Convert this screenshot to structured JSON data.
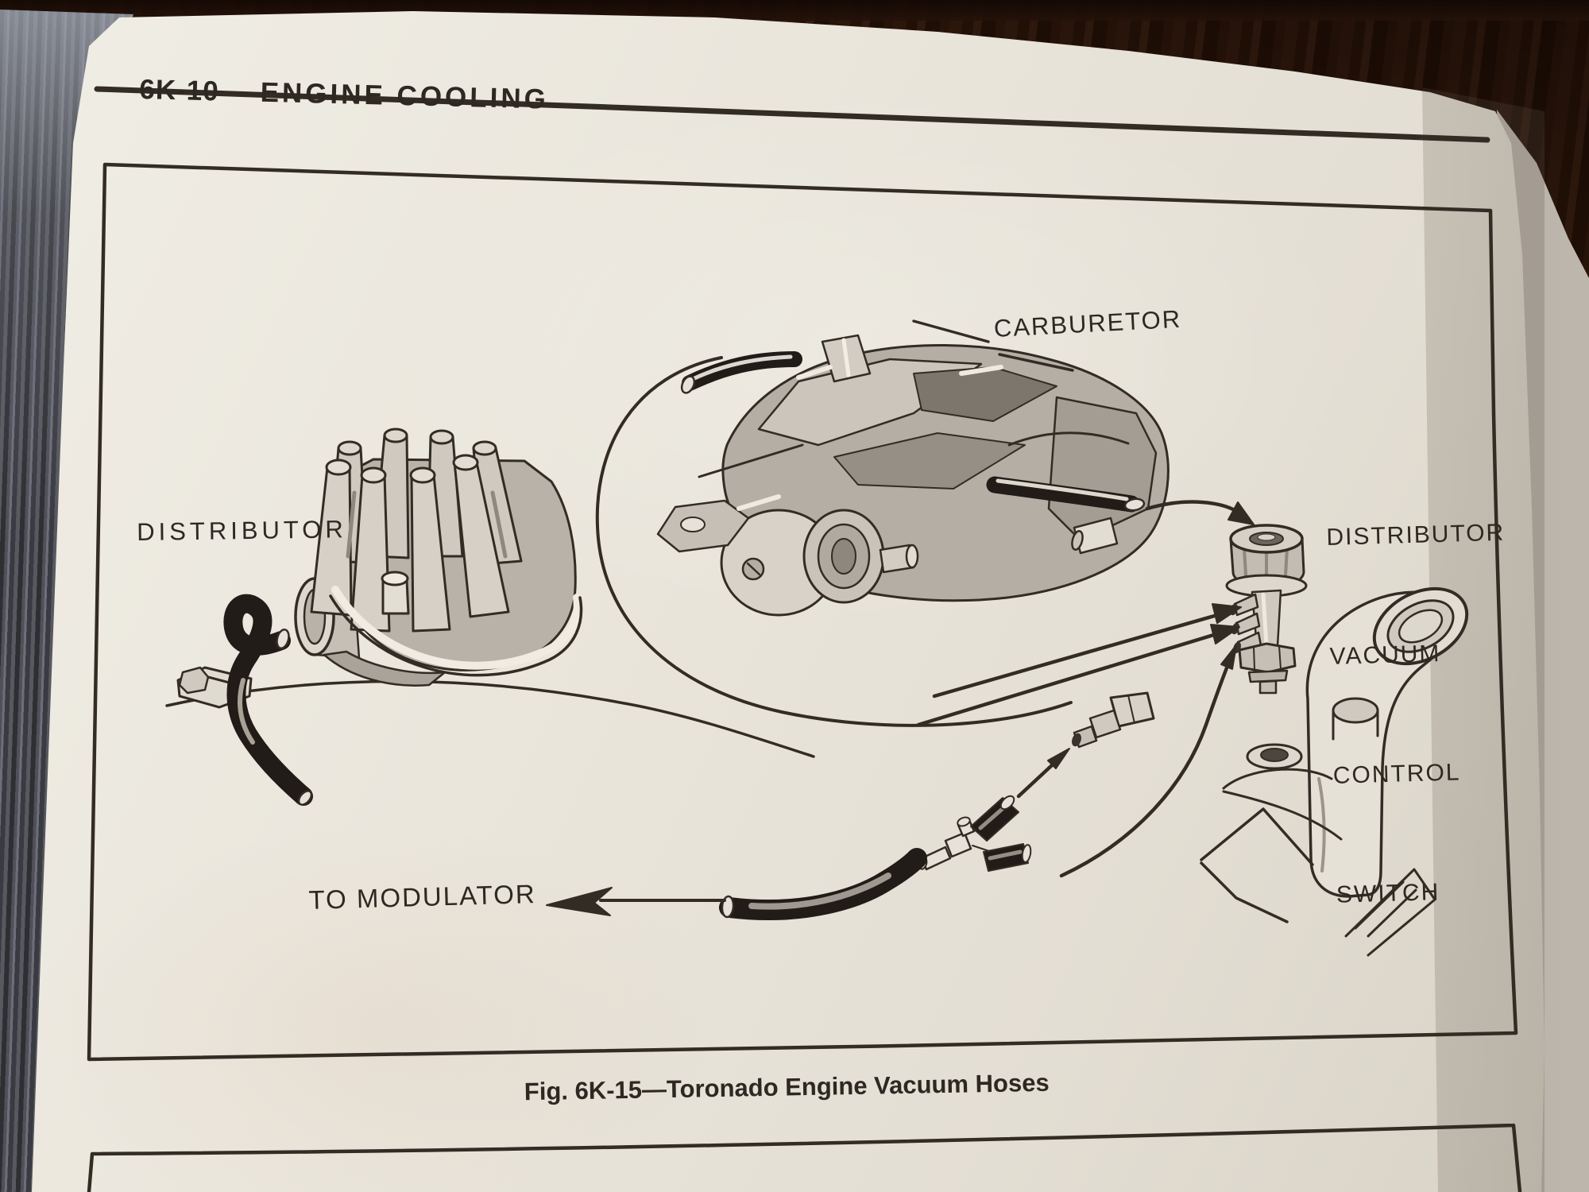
{
  "header": {
    "code": "6K-10",
    "title": "ENGINE COOLING"
  },
  "figure": {
    "caption": "Fig. 6K-15—Toronado Engine Vacuum Hoses",
    "labels": {
      "distributor": "DISTRIBUTOR",
      "carburetor": "CARBURETOR",
      "switch_line1": "DISTRIBUTOR",
      "switch_line2": "VACUUM",
      "switch_line3": "CONTROL",
      "switch_line4": "SWITCH",
      "to_modulator": "TO MODULATOR"
    },
    "components": [
      "distributor-with-cap-and-vacuum-hose",
      "carburetor",
      "distributor-vacuum-control-switch",
      "check-valve",
      "tee-fitting-with-hose-segments",
      "modulator-vacuum-hose",
      "water-outlet-elbow"
    ]
  },
  "colors": {
    "paper": "#e8e3da",
    "ink": "#332c25",
    "hose_black": "#211c17",
    "wood": "#5c2e17",
    "page_stack_gray": "#98928a"
  }
}
